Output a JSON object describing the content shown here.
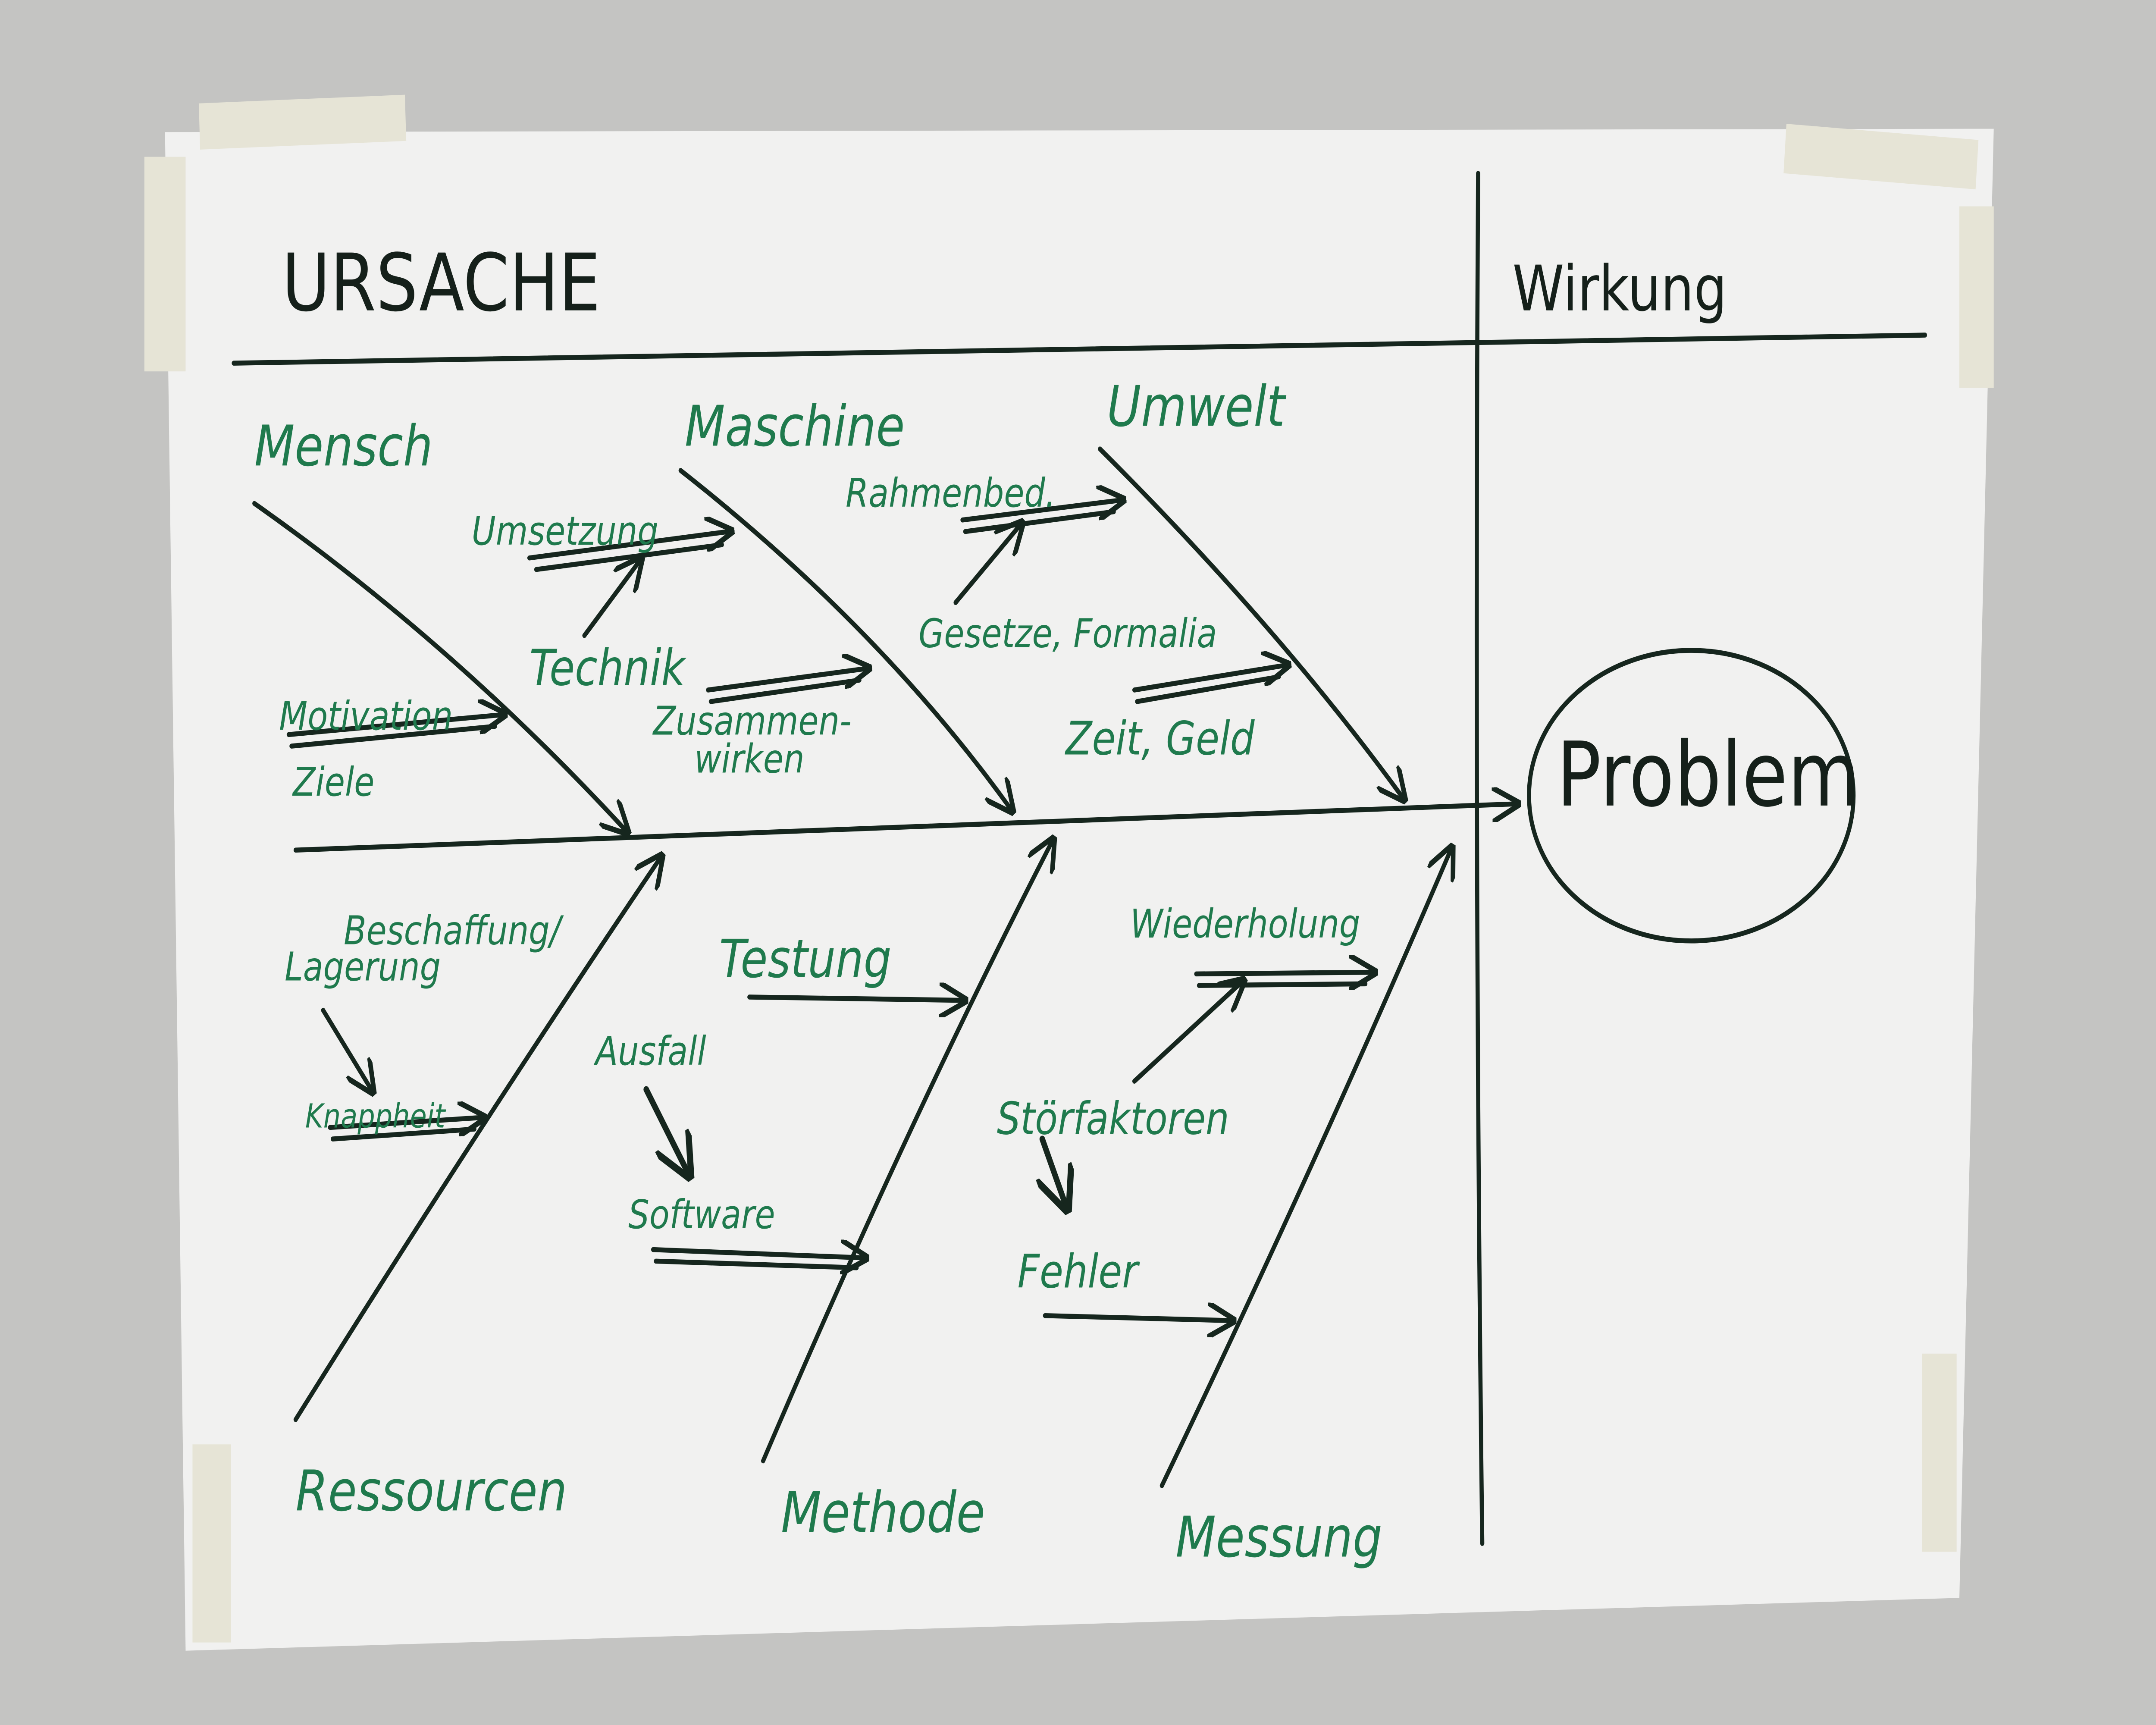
{
  "header": {
    "cause_title": "URSACHE",
    "effect_title": "Wirkung"
  },
  "effect": {
    "label": "Problem"
  },
  "categories": {
    "mensch": {
      "label": "Mensch",
      "causes": [
        "Motivation",
        "Ziele"
      ]
    },
    "maschine": {
      "label": "Maschine",
      "causes": [
        "Umsetzung",
        "Technik",
        "Zusammen-",
        "wirken"
      ]
    },
    "umwelt": {
      "label": "Umwelt",
      "causes": [
        "Rahmenbed.",
        "Gesetze, Formalia",
        "Zeit, Geld"
      ]
    },
    "ressourcen": {
      "label": "Ressourcen",
      "causes": [
        "Beschaffung/",
        "Lagerung",
        "Knappheit"
      ]
    },
    "methode": {
      "label": "Methode",
      "causes": [
        "Testung",
        "Ausfall",
        "Software"
      ]
    },
    "messung": {
      "label": "Messung",
      "causes": [
        "Wiederholung",
        "Störfaktoren",
        "Fehler"
      ]
    }
  },
  "colors": {
    "ink": "#16261e",
    "marker_green": "#1f7a4d",
    "paper": "#f1f1f0",
    "wall": "#bfbfbd"
  }
}
